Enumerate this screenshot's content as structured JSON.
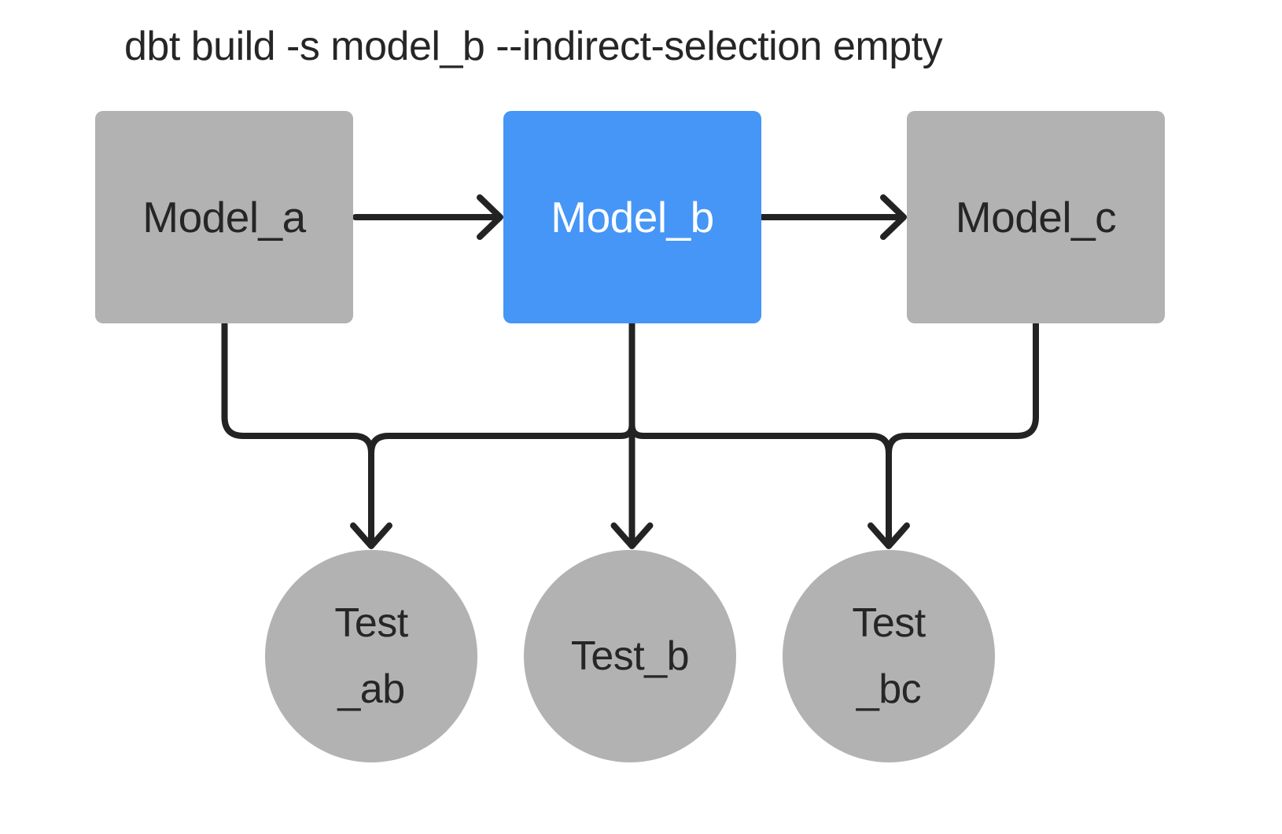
{
  "title": "dbt build -s model_b --indirect-selection empty",
  "colors": {
    "selected": "#4596f7",
    "unselected": "#b2b2b2",
    "edge": "#232323",
    "text_dark": "#262626",
    "text_light": "#ffffff",
    "background": "#ffffff"
  },
  "diagram": {
    "models": [
      {
        "id": "model_a",
        "label": "Model_a",
        "selected": false
      },
      {
        "id": "model_b",
        "label": "Model_b",
        "selected": true
      },
      {
        "id": "model_c",
        "label": "Model_c",
        "selected": false
      }
    ],
    "tests": [
      {
        "id": "test_ab",
        "lines": [
          "Test",
          "_ab"
        ]
      },
      {
        "id": "test_b",
        "lines": [
          "Test_b"
        ]
      },
      {
        "id": "test_bc",
        "lines": [
          "Test",
          "_bc"
        ]
      }
    ],
    "edges": [
      {
        "from": "model_a",
        "to": "model_b"
      },
      {
        "from": "model_b",
        "to": "model_c"
      },
      {
        "from": "model_a",
        "to": "test_ab"
      },
      {
        "from": "model_b",
        "to": "test_ab"
      },
      {
        "from": "model_b",
        "to": "test_b"
      },
      {
        "from": "model_b",
        "to": "test_bc"
      },
      {
        "from": "model_c",
        "to": "test_bc"
      }
    ]
  }
}
